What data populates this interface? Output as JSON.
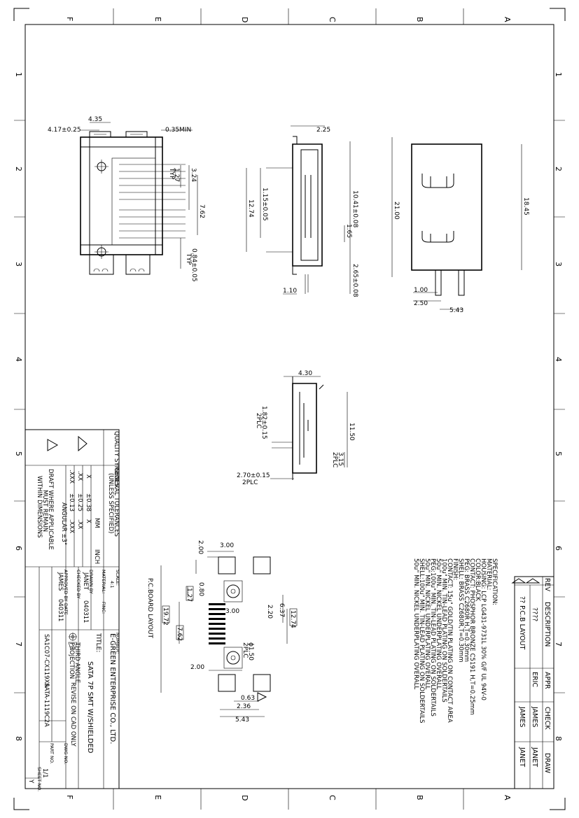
{
  "border": {
    "cols": [
      "F",
      "E",
      "D",
      "C",
      "B",
      "A"
    ],
    "rows": [
      "1",
      "2",
      "3",
      "4",
      "5",
      "6",
      "7",
      "8"
    ],
    "corner": "Y"
  },
  "top_view": {
    "d1": "4.35",
    "d2": "4.17±0.25",
    "d3": "0.35MIN",
    "d4": "1.27",
    "d4t": "TYP",
    "d5": "3.24",
    "d6": "7.62",
    "d7": "0.84±0.05",
    "d7t": "TYP"
  },
  "side_view": {
    "d1": "2.25",
    "d2": "12.74",
    "d3": "1.15±0.05",
    "d4": "10.41±0.08",
    "d5": "1.65",
    "d6": "2.65±0.08",
    "d7": "1.10"
  },
  "front_view": {
    "d1": "21.00",
    "d2": "18.45",
    "d3": "1.00",
    "d4": "2.50",
    "d5": "5.43"
  },
  "end_view": {
    "d1": "4.30",
    "d2": "1.82±0.15",
    "d2t": "2PLC",
    "d3": "11.50",
    "d4": "3.15",
    "d4t": "2PLC",
    "d5": "2.70±0.15",
    "d5t": "2PLC"
  },
  "pcb": {
    "title": "P.C.BOARD LAYOUT",
    "d1": "2.00",
    "d2": "3.00",
    "d3": "0.80",
    "d4": "1.27",
    "d5": "3.00",
    "d6": "2.20",
    "d7": "6.37",
    "d8": "12.74",
    "d9": "19.72",
    "d10": "7.62",
    "d11": "2.00",
    "d12": "ϕ1.50",
    "d12t": "2PLC",
    "d13": "0.63",
    "d14": "2.36",
    "d15": "5.43"
  },
  "spec": {
    "lines": [
      "SPECIFICATION:",
      "MATERIAL:",
      "HOUSING: LCP LG431-9731L 30% G/F UL 94V-0",
      "           COLOR:BLACK",
      "CONTACT: PHOSPHOR BRONZE C5191 H,T=0.25mm",
      "PEG: BRASS C2680R H,T=0.30mm",
      "SHELL: BRASS C2680R,T=0.30mm",
      "FINISH:",
      "CONTACT: 15u\" GOLD/TIN PLATING ON CONTACT AREA",
      "         100u\" MIN. TIN-LEAD PLATING ON SOLDERTAILS",
      "         50u\" MIN. NICKEL UNDERPLATING OVERALL",
      "PEG:100u\" MIN. TIN-LEAD PLATING ON SOLDERTAILS",
      "    50u\" MIN. NICKEL UNDERPLATING OVERALL",
      "SHELL:100u\" MIN. TIN-LEAD PLATING ON SOLDERTAILS",
      "      50u\" MIN. NICKEL UNDERPLATING OVERALL"
    ]
  },
  "revision": {
    "headers": [
      "REV",
      "DESCRIPTION",
      "APPR",
      "CHECK",
      "DRAW"
    ],
    "rows": [
      [
        "",
        "????",
        "",
        "",
        ""
      ],
      [
        "",
        "?? P.C.B LAYOUT",
        "ERIC",
        "JAMES",
        "JANET"
      ],
      [
        "",
        "",
        "",
        "JAMES",
        "JANET"
      ]
    ]
  },
  "title_block": {
    "quality": "QUALITY SYMBOLS",
    "tol_title": "GENERAL TOLERANCES",
    "tol_sub": "(UNLESS SPECIFIED)",
    "tol_rows": [
      [
        "",
        "MM",
        "INCH"
      ],
      [
        "X",
        "±0.38",
        "X"
      ],
      [
        ".XX",
        "±0.25",
        ".XX"
      ],
      [
        ".XXX",
        "±0.13",
        ".XXX"
      ]
    ],
    "angular": "ANGULAR ±3°",
    "draft1": "DRAFT WHERE APPLICABLE",
    "draft2": "MUST REMAIN",
    "draft3": "WITHIN DIMENSIONS",
    "scale_label": "SCALE:",
    "scale": "4:1",
    "material_label": "MATERIAL:",
    "drawn_label": "DRAWN BY",
    "drawn": "JANET",
    "drawn_date": "040311",
    "checked_label": "CHECKED BY",
    "checked": "JAMES",
    "checked_date": "040311",
    "approved_label": "APPROVED BY",
    "date_label": "DATE",
    "number_label": "NUMBER:",
    "finc_label": "FINC:",
    "company": "E-GREEN ENTERPRISE CO., LTD.",
    "title_label": "TITLE:",
    "title": "SATA 7P SMT W/SHIELDED",
    "proj1": "THIRD ANGLE",
    "proj2": "PROJECTION",
    "revise": "REVISE ON CAD ONLY",
    "part_label": "PART NO.",
    "part": "SA1C07-CX119XA",
    "dwg_label": "DWG NO.",
    "dwg": "SATA-1119C2A",
    "sheet_label": "SHEET NO.",
    "sheet": "1/1"
  }
}
